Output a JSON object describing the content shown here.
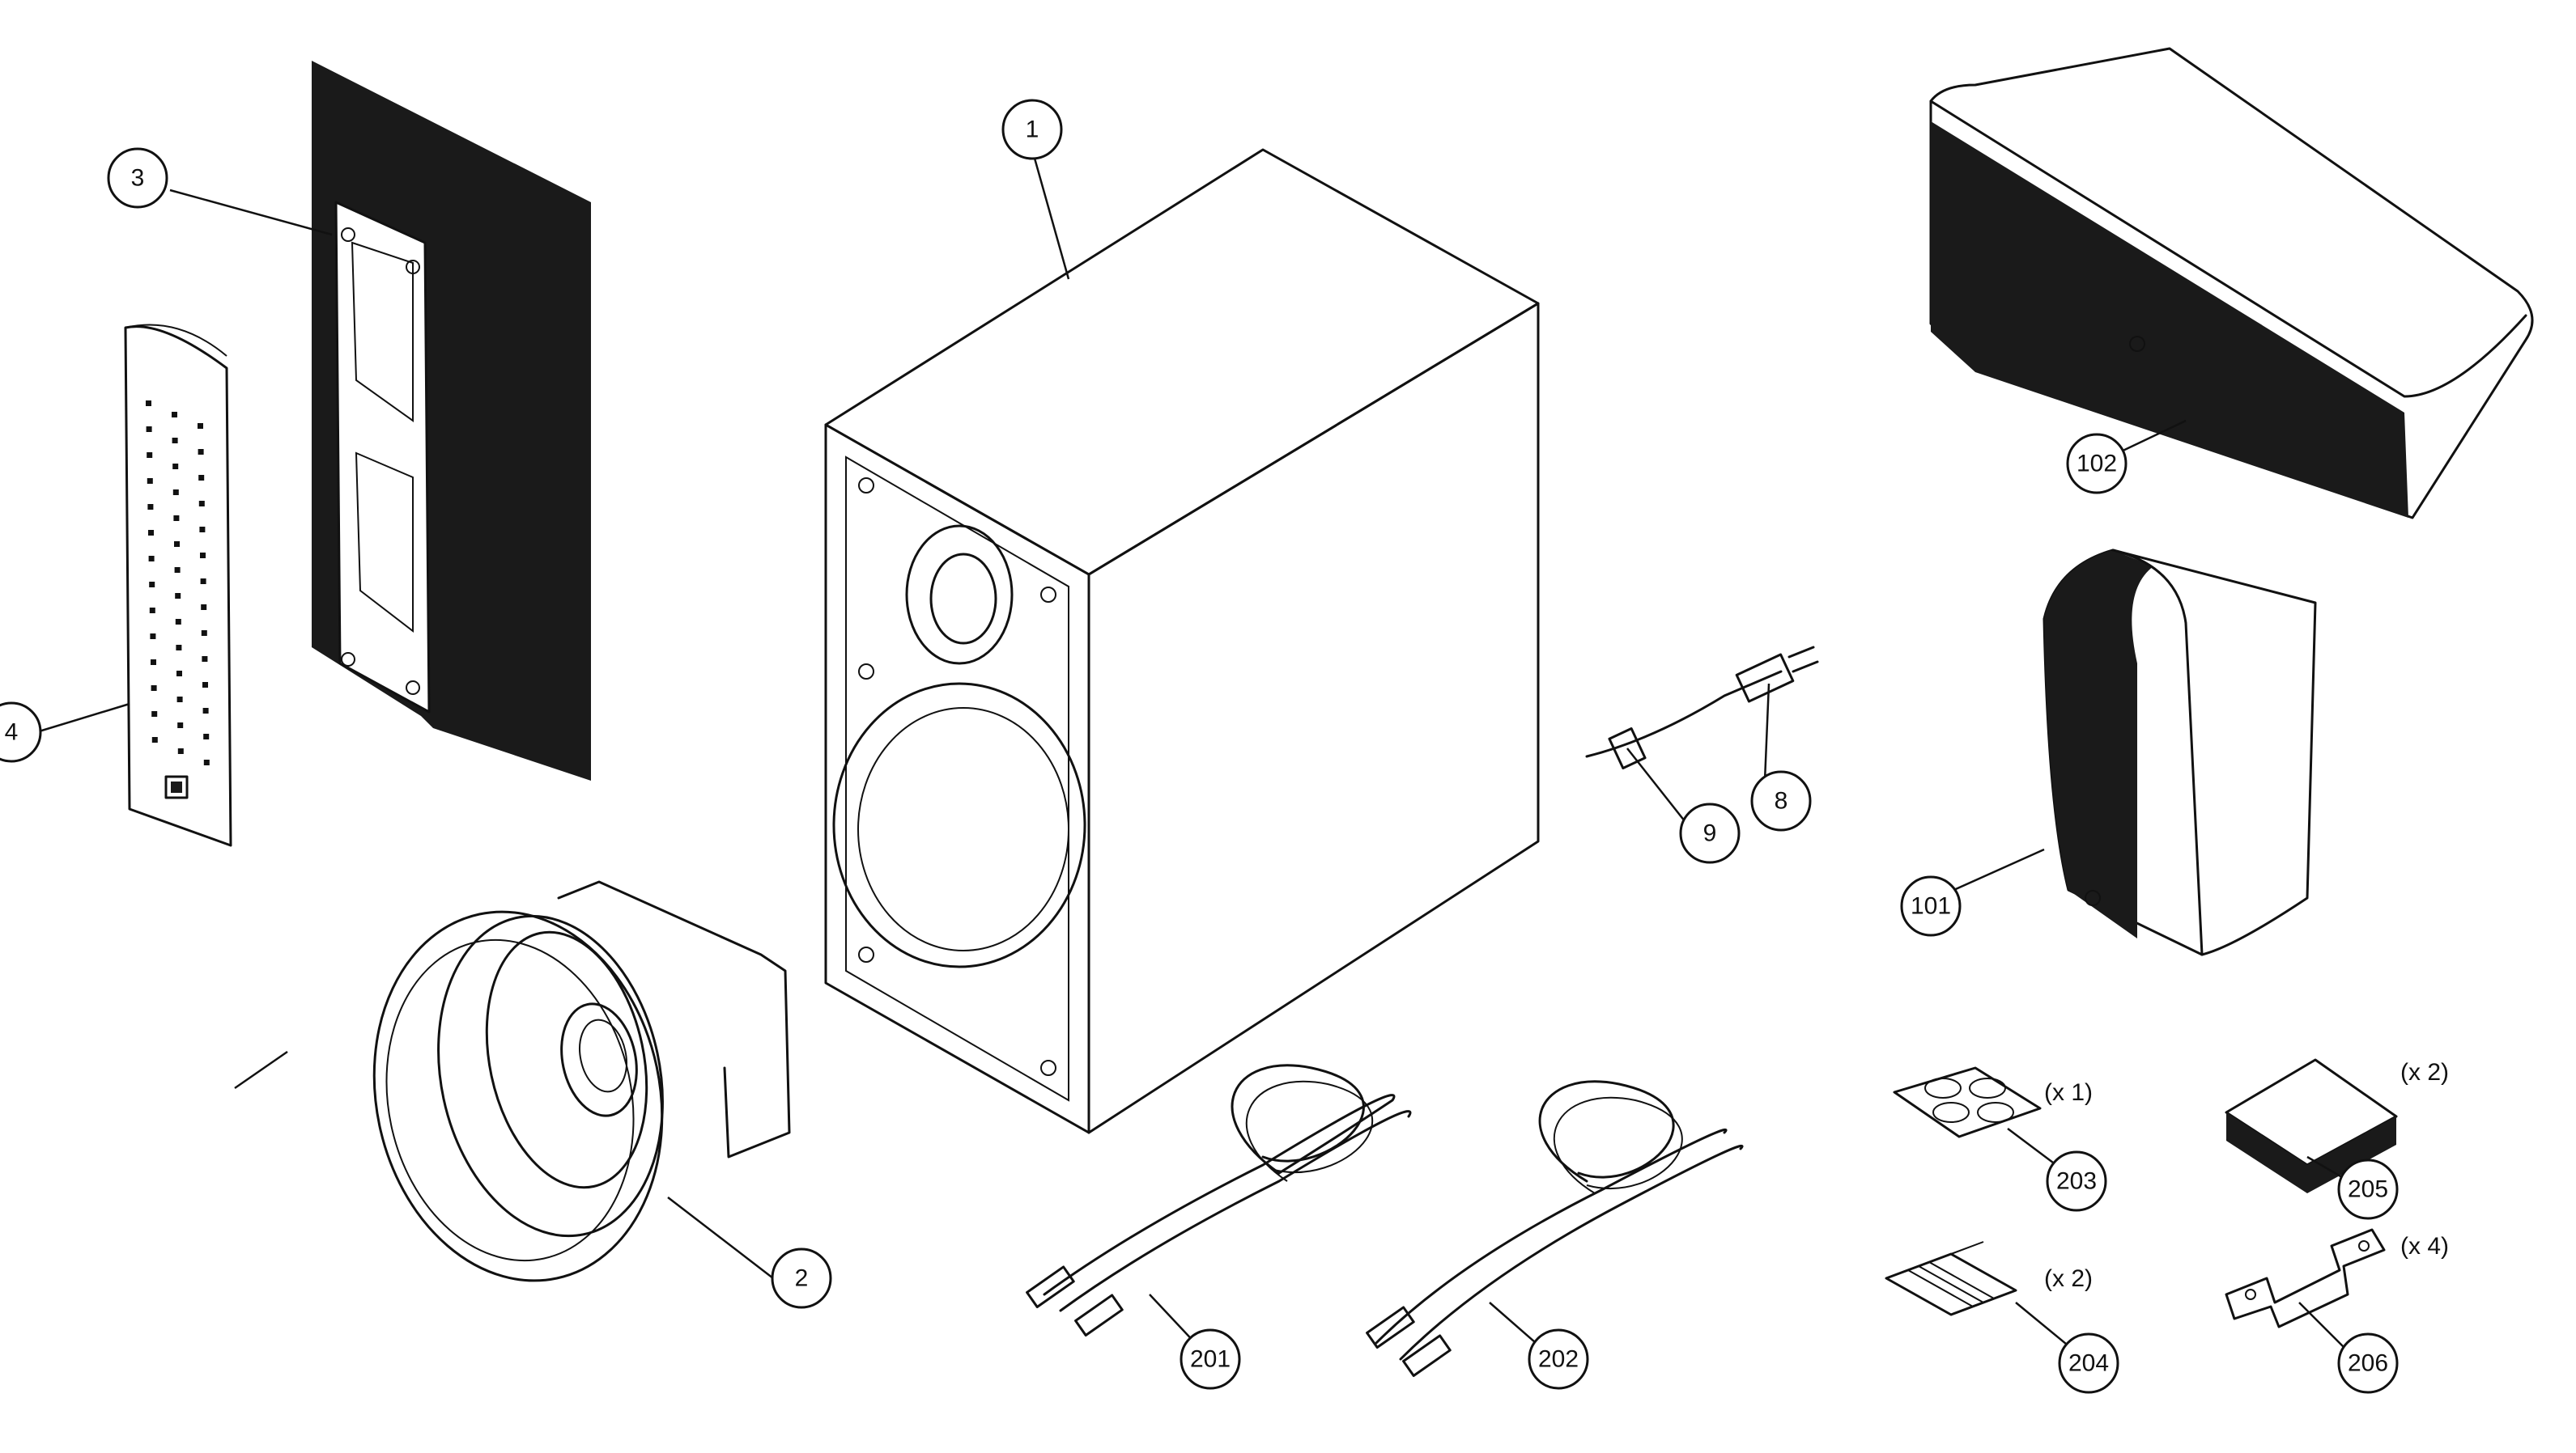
{
  "colors": {
    "ink": "#111111",
    "background": "#ffffff",
    "dark_panel": "#1a1a1a"
  },
  "callouts": [
    {
      "id": "1",
      "label": "1"
    },
    {
      "id": "2",
      "label": "2"
    },
    {
      "id": "3",
      "label": "3"
    },
    {
      "id": "4",
      "label": "4"
    },
    {
      "id": "8",
      "label": "8"
    },
    {
      "id": "9",
      "label": "9"
    },
    {
      "id": "101",
      "label": "101"
    },
    {
      "id": "102",
      "label": "102"
    },
    {
      "id": "201",
      "label": "201"
    },
    {
      "id": "202",
      "label": "202"
    },
    {
      "id": "203",
      "label": "203"
    },
    {
      "id": "204",
      "label": "204"
    },
    {
      "id": "205",
      "label": "205"
    },
    {
      "id": "206",
      "label": "206"
    }
  ],
  "quantities": {
    "q203": "(x 1)",
    "q204": "(x 2)",
    "q205": "(x 2)",
    "q206": "(x 4)"
  }
}
